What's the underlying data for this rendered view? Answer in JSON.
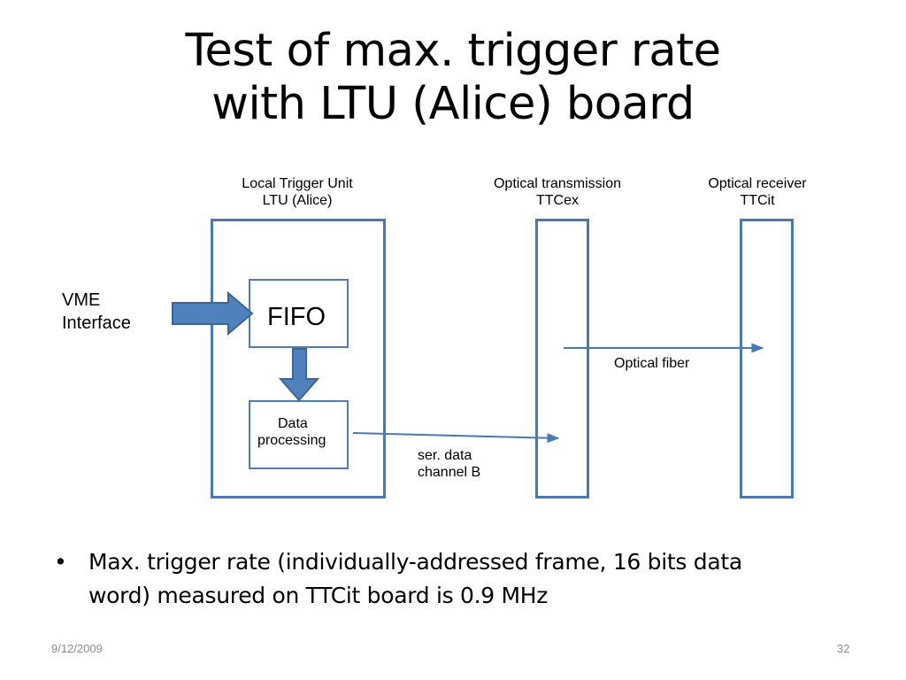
{
  "slide": {
    "title_line1": "Test of max. trigger rate",
    "title_line2": "with LTU (Alice) board",
    "footer_date": "9/12/2009",
    "footer_page": "32"
  },
  "diagram": {
    "ltu_label_line1": "Local Trigger Unit",
    "ltu_label_line2": "LTU (Alice)",
    "ttcex_label_line1": "Optical transmission",
    "ttcex_label_line2": "TTCex",
    "ttcit_label_line1": "Optical receiver",
    "ttcit_label_line2": "TTCit",
    "vme_line1": "VME",
    "vme_line2": "Interface",
    "fifo": "FIFO",
    "data_processing_line1": "Data",
    "data_processing_line2": "processing",
    "optical_fiber": "Optical fiber",
    "ser_data_line1": "ser. data",
    "ser_data_line2": "channel B",
    "colors": {
      "box_border": "#4a79b1",
      "arrow_fill": "#4f81bd",
      "arrow_stroke": "#3a6596",
      "line": "#4a79b1"
    }
  },
  "bullets": [
    {
      "line1": "Max. trigger rate (individually-addressed frame, 16 bits data",
      "line2": "word) measured on TTCit board is 0.9 MHz"
    }
  ]
}
